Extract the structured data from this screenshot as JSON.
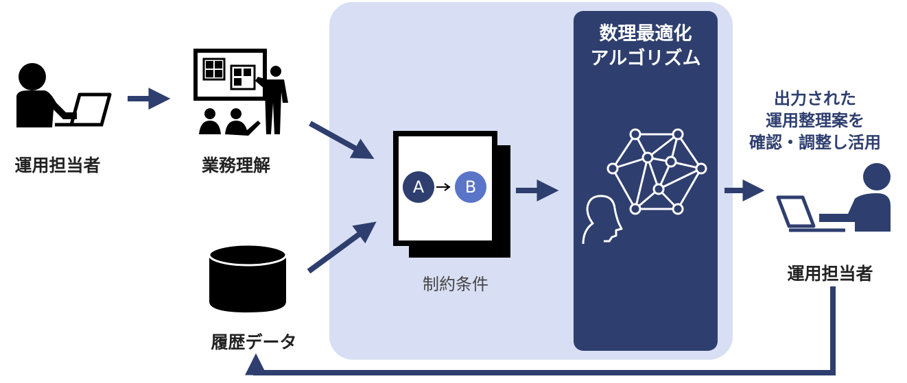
{
  "colors": {
    "navy": "#2e3e6e",
    "panel_light": "#d8dff4",
    "node_a": "#2e3e6e",
    "node_b": "#5a74c8",
    "white": "#ffffff",
    "black": "#000000"
  },
  "operator_left": {
    "label": "運用担当者",
    "icon": "person-laptop-icon"
  },
  "business_understanding": {
    "label": "業務理解",
    "icon": "presentation-meeting-icon"
  },
  "history_data": {
    "label": "履歴データ",
    "icon": "database-icon"
  },
  "constraints": {
    "label": "制約条件",
    "node_a": "A",
    "node_b": "B",
    "icon": "document-stack-icon"
  },
  "algorithm": {
    "title_line1": "数理最適化",
    "title_line2": "アルゴリズム",
    "icon": "network-graph-icon",
    "person_icon": "person-outline-icon"
  },
  "output": {
    "line1": "出力された",
    "line2": "運用整理案を",
    "line3": "確認・調整し活用"
  },
  "operator_right": {
    "label": "運用担当者",
    "icon": "person-laptop-icon"
  }
}
